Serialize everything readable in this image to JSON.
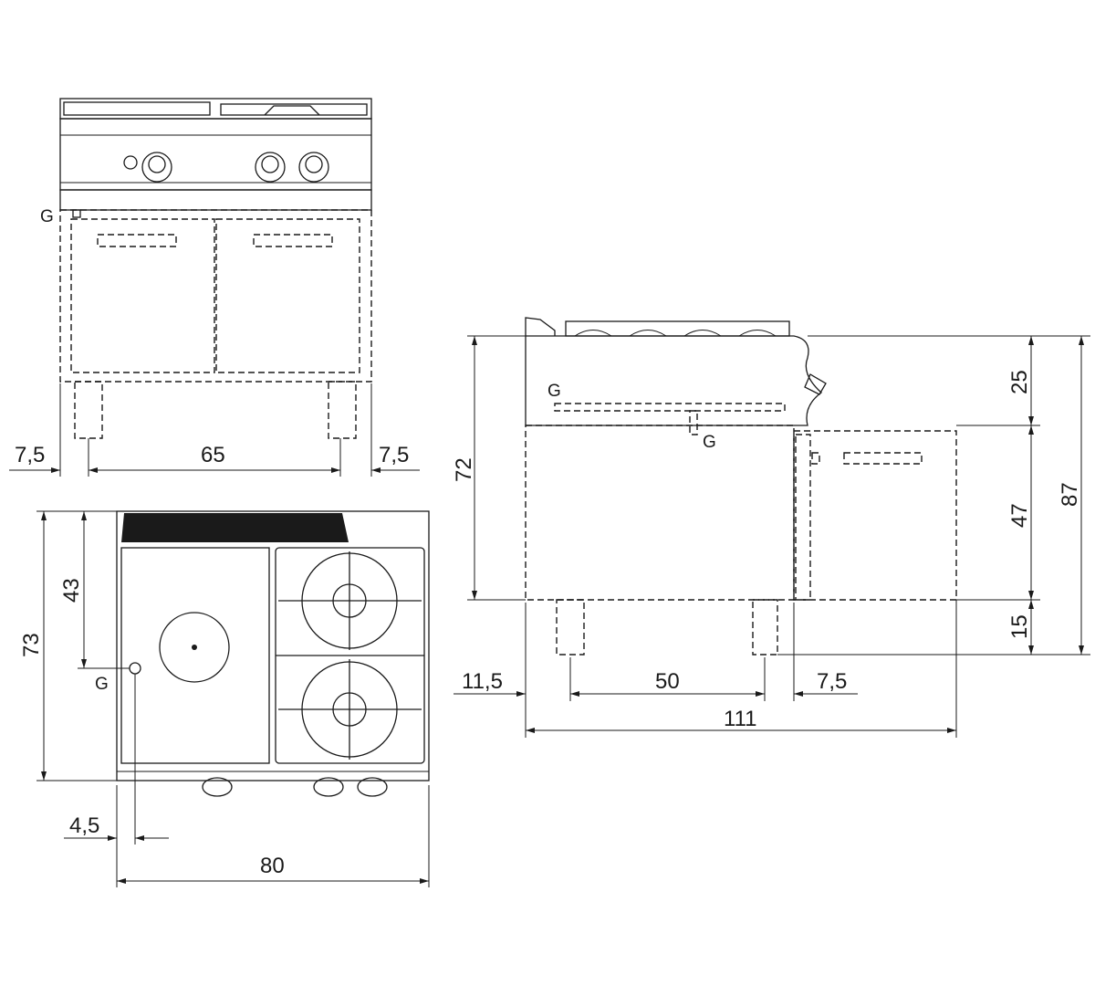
{
  "front_view": {
    "gas_label": "G",
    "dim_left": "7,5",
    "dim_center": "65",
    "dim_right": "7,5"
  },
  "top_view": {
    "gas_label": "G",
    "dim_depth": "73",
    "dim_gas_depth": "43",
    "dim_gas_offset": "4,5",
    "dim_width": "80"
  },
  "side_view": {
    "gas_label_top": "G",
    "gas_label_bottom": "G",
    "dim_height_body": "72",
    "dim_top": "25",
    "dim_middle": "47",
    "dim_bottom": "15",
    "dim_total_height": "87",
    "dim_left": "11,5",
    "dim_legs": "50",
    "dim_right": "7,5",
    "dim_total": "111"
  }
}
